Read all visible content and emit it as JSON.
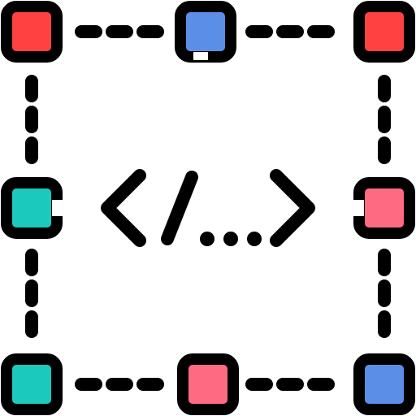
{
  "icon": {
    "name": "html-code-layout-icon",
    "colors": {
      "outline": "#000000",
      "red": "#FF4141",
      "blue": "#5B8EE6",
      "teal": "#1BC9BD",
      "pink": "#FF6A83",
      "background": "#FFFFFF"
    },
    "nodes": [
      {
        "name": "top-left-node",
        "color": "#FF4141"
      },
      {
        "name": "top-center-node",
        "color": "#5B8EE6"
      },
      {
        "name": "top-right-node",
        "color": "#FF4141"
      },
      {
        "name": "middle-left-node",
        "color": "#1BC9BD"
      },
      {
        "name": "middle-right-node",
        "color": "#FF6A83"
      },
      {
        "name": "bottom-left-node",
        "color": "#1BC9BD"
      },
      {
        "name": "bottom-center-node",
        "color": "#FF6A83"
      },
      {
        "name": "bottom-right-node",
        "color": "#5B8EE6"
      }
    ],
    "code_symbol": "code-tag-icon"
  }
}
